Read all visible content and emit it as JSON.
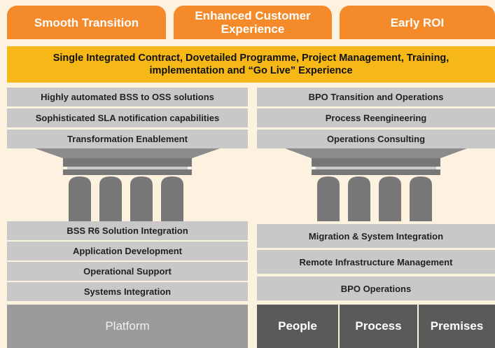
{
  "tabs": [
    {
      "label": "Smooth Transition"
    },
    {
      "label": "Enhanced Customer Experience"
    },
    {
      "label": "Early ROI"
    }
  ],
  "banner": {
    "text": "Single Integrated Contract, Dovetailed Programme, Project Management, Training, implementation and “Go Live” Experience"
  },
  "left": {
    "top_items": [
      "Highly automated BSS to OSS solutions",
      "Sophisticated SLA notification capabilities",
      "Transformation Enablement"
    ],
    "base_items": [
      "BSS R6 Solution Integration",
      "Application Development",
      "Operational Support",
      "Systems Integration"
    ],
    "footer": "Platform"
  },
  "right": {
    "top_items": [
      "BPO Transition and Operations",
      "Process Reengineering",
      "Operations Consulting"
    ],
    "base_items": [
      "Migration & System Integration",
      "Remote Infrastructure Management",
      "BPO Operations"
    ],
    "footer": [
      "People",
      "Process",
      "Premises"
    ]
  },
  "colors": {
    "accent_orange": "#f58a2a",
    "banner_yellow": "#f6b817",
    "bar_grey": "#c8c8c8",
    "pillar_grey": "#777777",
    "footer_dark": "#5a5a5a"
  }
}
